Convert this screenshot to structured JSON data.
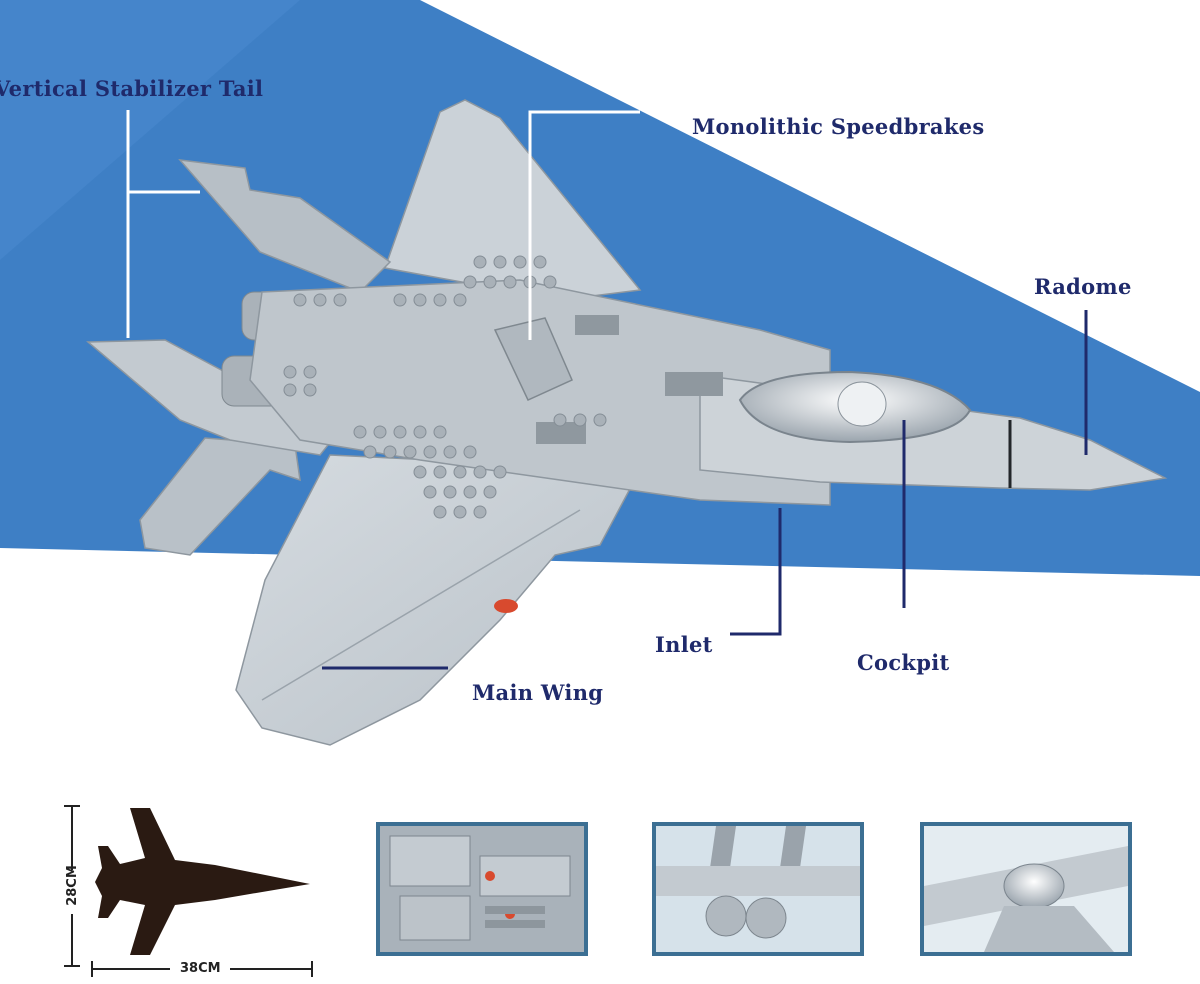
{
  "labels": {
    "vertical_stabilizer": "Vertical Stabilizer Tail",
    "speedbrakes": "Monolithic Speedbrakes",
    "radome": "Radome",
    "inlet": "Inlet",
    "cockpit": "Cockpit",
    "main_wing": "Main Wing"
  },
  "dimensions": {
    "height": "28CM",
    "width": "38CM"
  },
  "thumbnails": [
    "engine-bay-detail",
    "twin-tail-exhaust-detail",
    "cockpit-canopy-detail"
  ],
  "colors": {
    "background_blue": "#3e7fc5",
    "callout_text": "#1f2a6b",
    "model_gray": "#c7ced5",
    "thumbnail_border": "#3c6f93"
  }
}
